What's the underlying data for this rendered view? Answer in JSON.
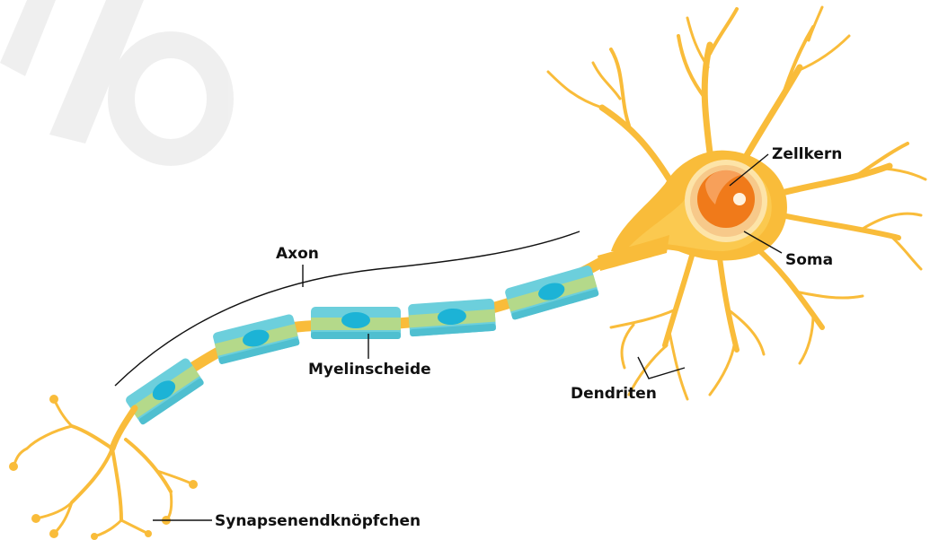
{
  "labels": {
    "axon": "Axon",
    "myelin": "Myelinscheide",
    "nucleus": "Zellkern",
    "soma": "Soma",
    "dendrites": "Dendriten",
    "synapse": "Synapsenendknöpfchen"
  },
  "colors": {
    "neuron_orange": "#f9bc3a",
    "soma_dark": "#f5a623",
    "nucleus": "#f07a1a",
    "myelin_teal": "#6ccfdc",
    "myelin_green": "#b4d98a",
    "myelin_nucleus": "#1cb3d6",
    "watermark": "#e6e6e6"
  }
}
